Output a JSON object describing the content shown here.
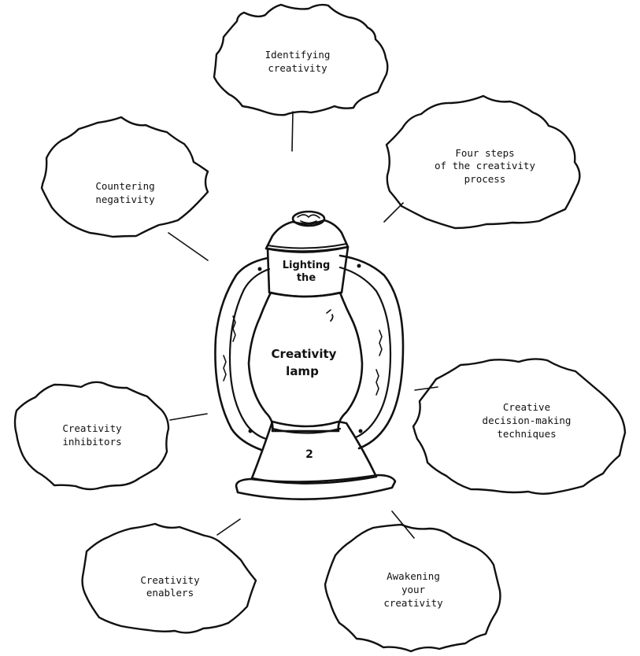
{
  "lamp": {
    "title_line1": "Lighting",
    "title_line2": "the",
    "glass_line1": "Creativity",
    "glass_line2": "lamp",
    "base_number": "2"
  },
  "bubbles": {
    "identifying": {
      "line1": "Identifying",
      "line2": "creativity"
    },
    "four_steps": {
      "line1": "Four steps",
      "line2": "of the creativity",
      "line3": "process"
    },
    "countering": {
      "line1": "Countering",
      "line2": "negativity"
    },
    "decision": {
      "line1": "Creative",
      "line2": "decision-making",
      "line3": "techniques"
    },
    "inhibitors": {
      "line1": "Creativity",
      "line2": "inhibitors"
    },
    "enablers": {
      "line1": "Creativity",
      "line2": "enablers"
    },
    "awakening": {
      "line1": "Awakening",
      "line2": "your",
      "line3": "creativity"
    }
  }
}
